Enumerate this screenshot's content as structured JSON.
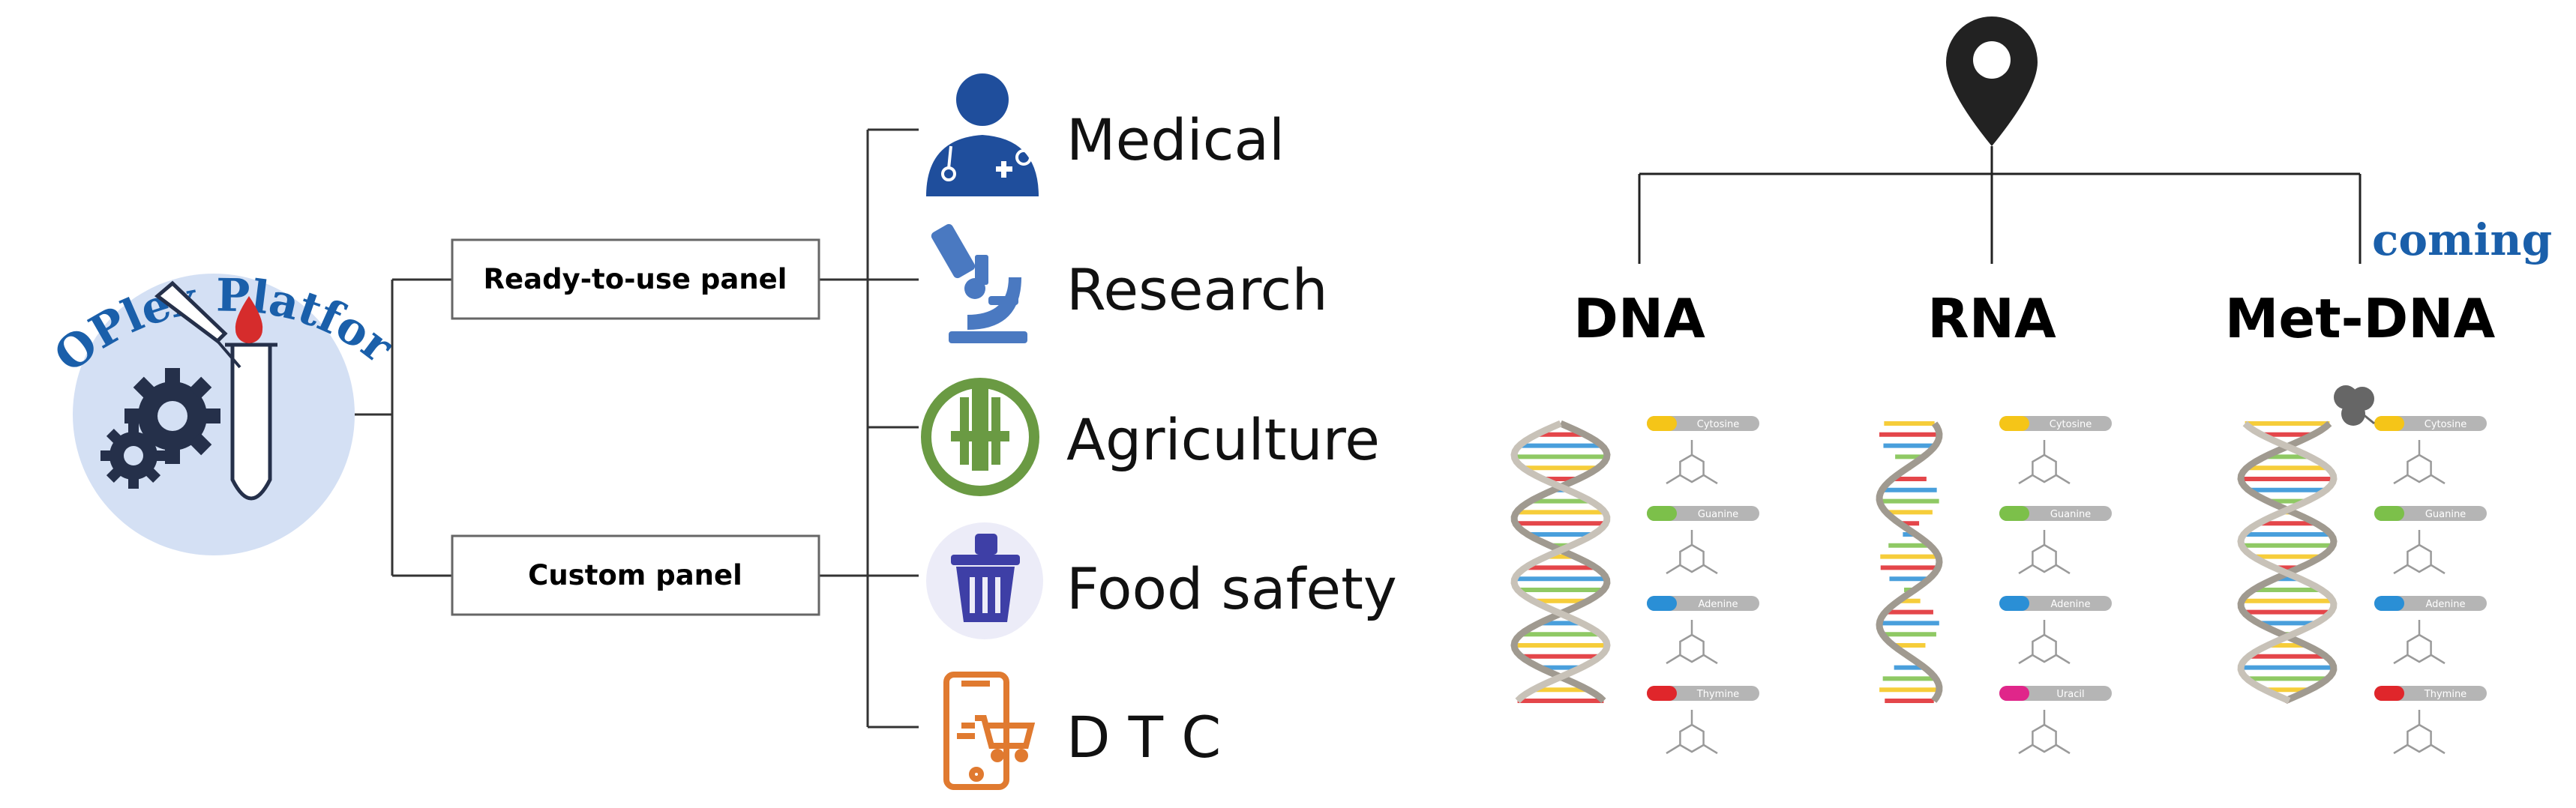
{
  "platform": {
    "title": "ATOPlex Platform",
    "accent_color": "#1a5faa",
    "circle_color": "#d4e0f4"
  },
  "panels": [
    {
      "label": "Ready-to-use panel"
    },
    {
      "label": "Custom panel"
    }
  ],
  "applications": [
    {
      "label": "Medical",
      "icon": "doctor-icon",
      "color": "#1f4e9c"
    },
    {
      "label": "Research",
      "icon": "microscope-icon",
      "color": "#4a79c1"
    },
    {
      "label": "Agriculture",
      "icon": "agriculture-icon",
      "color": "#6a9a43"
    },
    {
      "label": "Food safety",
      "icon": "food-basket-icon",
      "color": "#3e3fa6"
    },
    {
      "label": "D T C",
      "icon": "mobile-shopping-icon",
      "color": "#e07a30"
    }
  ],
  "molecules": {
    "pin_icon": "location-pin-icon",
    "pin_color": "#222222",
    "coming_label": "coming",
    "types": [
      {
        "label": "DNA",
        "bases": [
          "Cytosine",
          "Guanine",
          "Adenine",
          "Thymine"
        ]
      },
      {
        "label": "RNA",
        "bases": [
          "Cytosine",
          "Guanine",
          "Adenine",
          "Uracil"
        ]
      },
      {
        "label": "Met-DNA",
        "bases": [
          "Cytosine",
          "Guanine",
          "Adenine",
          "Thymine"
        ]
      }
    ],
    "base_colors": {
      "Cytosine": "#f5c518",
      "Guanine": "#7cc04a",
      "Adenine": "#2a8fd6",
      "Thymine": "#e0262b",
      "Uracil": "#e0268a"
    }
  }
}
